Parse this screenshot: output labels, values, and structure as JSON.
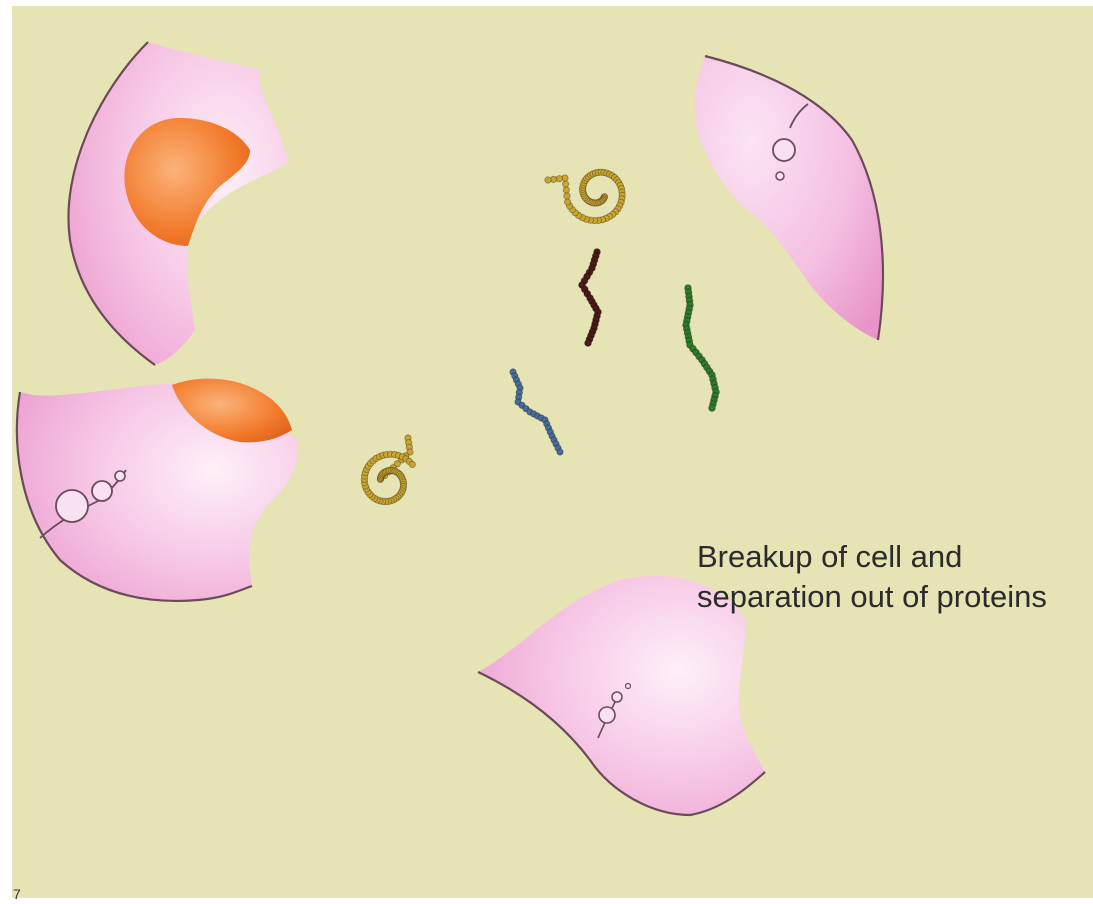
{
  "caption": {
    "line1": "Breakup of cell and",
    "line2": "separation out of proteins"
  },
  "corner_mark": "7",
  "colors": {
    "background": "#e6e3b4",
    "cell_fragment": "#f2b3dc",
    "membrane": "#6b4a5a",
    "nucleus": "#f07a2a",
    "protein_gold": "#c9a530",
    "protein_dark_red": "#4a1a18",
    "protein_green": "#2f7a2a",
    "protein_blue": "#4a6a9a"
  }
}
